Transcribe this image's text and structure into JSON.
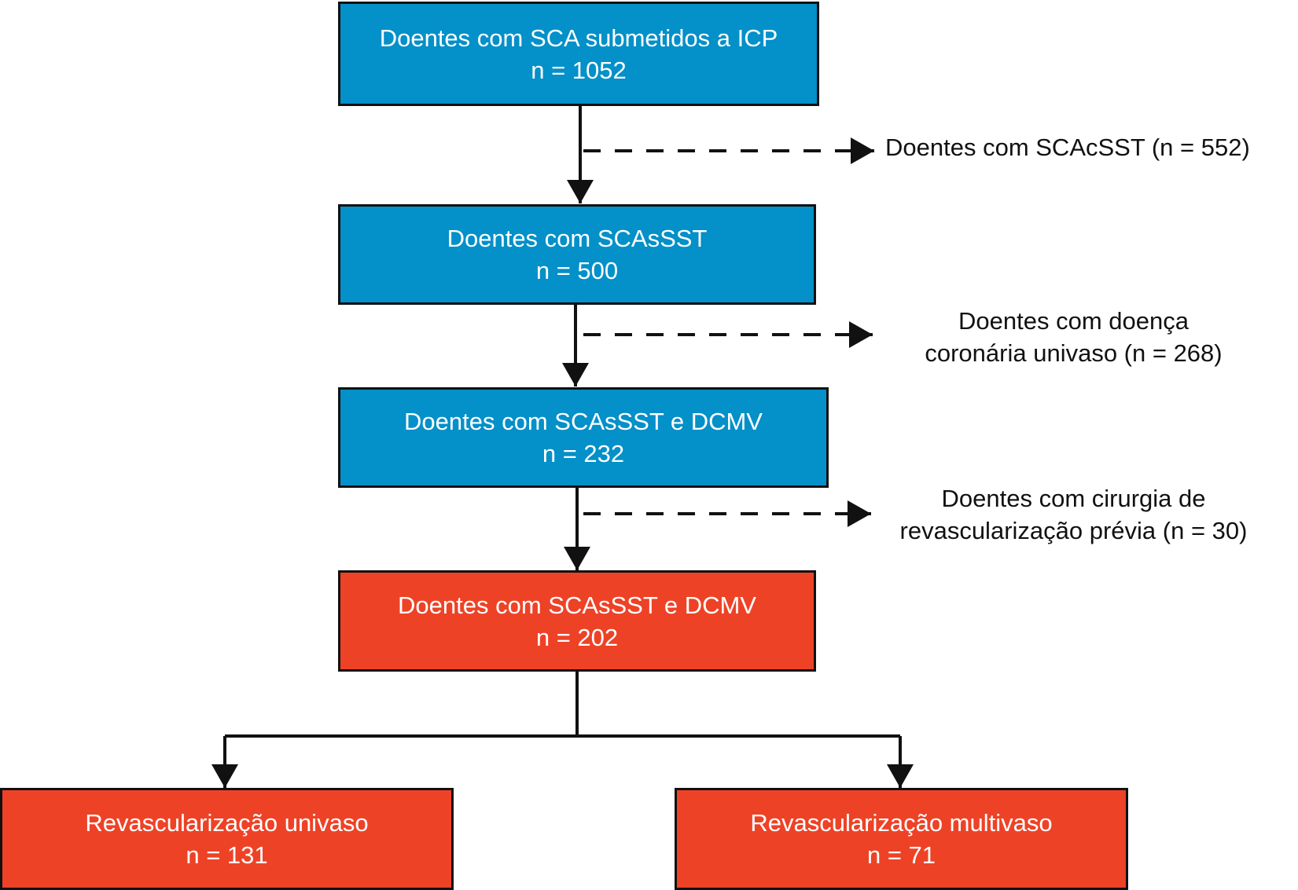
{
  "colors": {
    "main_box_fill": "#0490c8",
    "final_box_fill": "#ee4226",
    "line": "#111111",
    "text_on_box": "#ffffff",
    "text_outside": "#111111"
  },
  "boxes": [
    {
      "line1": "Doentes com SCA submetidos a ICP",
      "line2": "n = 1052"
    },
    {
      "line1": "Doentes com SCAsSST",
      "line2": "n = 500"
    },
    {
      "line1": "Doentes com SCAsSST e DCMV",
      "line2": "n = 232"
    },
    {
      "line1": "Doentes com SCAsSST e DCMV",
      "line2": "n = 202"
    },
    {
      "line1": "Revascularização univaso",
      "line2": "n = 131"
    },
    {
      "line1": "Revascularização multivaso",
      "line2": "n = 71"
    }
  ],
  "exclusions": [
    {
      "line1": "Doentes com SCAcSST (n = 552)"
    },
    {
      "line1": "Doentes com doença",
      "line2": "coronária univaso (n = 268)"
    },
    {
      "line1": "Doentes com cirurgia de",
      "line2": "revascularização prévia (n = 30)"
    }
  ]
}
